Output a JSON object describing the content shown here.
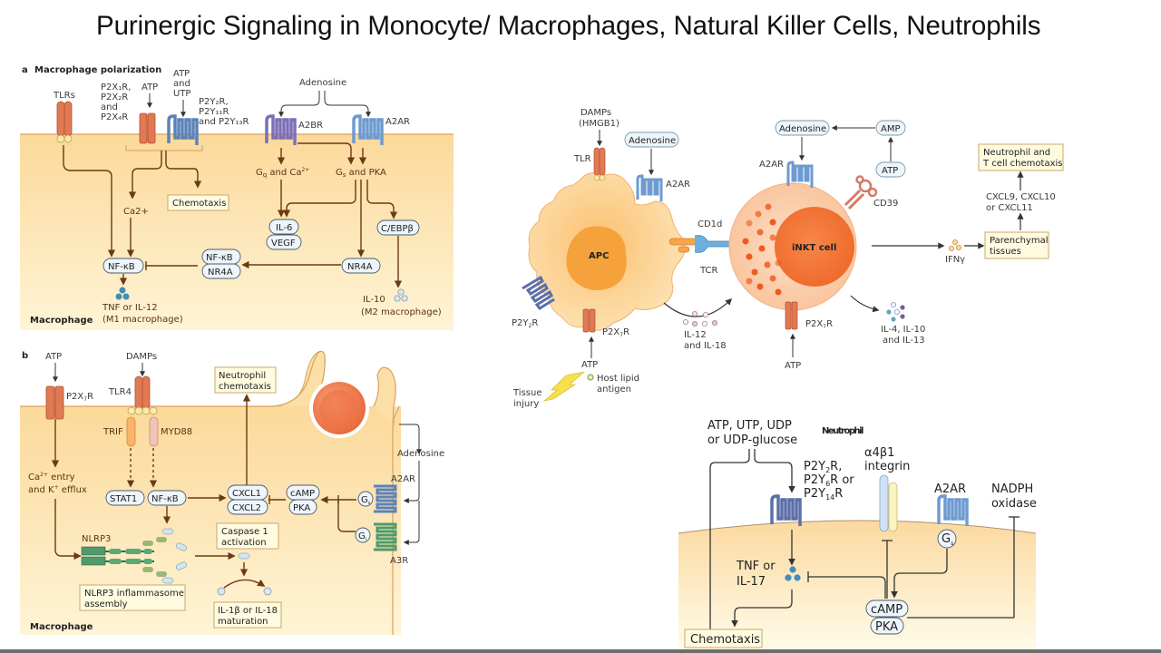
{
  "title": "Purinergic Signaling in Monocyte/ Macrophages, Natural Killer Cells, Neutrophils",
  "panel_a": {
    "label": "a",
    "heading": "Macrophage polarization",
    "tlrs": "TLRs",
    "p2x_lines": [
      "P2X₁R,",
      "P2X₂R",
      "and",
      "P2X₄R"
    ],
    "atp": "ATP",
    "atp_utp": [
      "ATP",
      "and",
      "UTP"
    ],
    "p2y_lines": [
      "P2Y₂R,",
      "P2Y₁₁R",
      "and  P2Y₁₃R"
    ],
    "adenosine": "Adenosine",
    "a2br": "A2BR",
    "a2ar": "A2AR",
    "gq_ca": "Gq and Ca2+",
    "gs_pka": "Gs and PKA",
    "ca": "Ca2+",
    "chemotaxis": "Chemotaxis",
    "il6": "IL-6",
    "vegf": "VEGF",
    "cebpb": "C/EBPβ",
    "nfkb": "NF-κB",
    "nfkb2": "NF-κB",
    "nr4a_pair": "NR4A",
    "nr4a": "NR4A",
    "tnf_line1": "TNF or IL-12",
    "tnf_line2": "(M1 macrophage)",
    "il10_line1": "IL-10",
    "il10_line2": "(M2 macrophage)",
    "cell_label": "Macrophage"
  },
  "panel_b": {
    "label": "b",
    "atp": "ATP",
    "p2x7r": "P2X₇R",
    "damps": "DAMPs",
    "tlr4": "TLR4",
    "trif": "TRIF",
    "myd88": "MYD88",
    "neutrophil_chemotaxis": [
      "Neutrophil",
      "chemotaxis"
    ],
    "ca_entry": [
      "Ca2+ entry",
      "and K+ efflux"
    ],
    "stat1": "STAT1",
    "nfkb": "NF-κB",
    "cxcl1": "CXCL1",
    "cxcl2": "CXCL2",
    "camp": "cAMP",
    "pka": "PKA",
    "adenosine": "Adenosine",
    "a2ar": "A2AR",
    "gs": "Gs",
    "gi": "Gi",
    "a3r": "A3R",
    "nlrp3": "NLRP3",
    "caspase": [
      "Caspase 1",
      "activation"
    ],
    "inflammasome": [
      "NLRP3 inflammasome",
      "assembly"
    ],
    "maturation": [
      "IL-1β or IL-18",
      "maturation"
    ],
    "cell_label": "Macrophage"
  },
  "panel_nkt": {
    "damps": [
      "DAMPs",
      "(HMGB1)"
    ],
    "tlr": "TLR",
    "adenosine_apc": "Adenosine",
    "a2ar_apc": "A2AR",
    "apc": "APC",
    "cd1d": "CD1d",
    "tcr": "TCR",
    "p2y2r": "P2Y₂R",
    "p2x7r_apc": "P2X₇R",
    "atp_apc": "ATP",
    "host_lipid": [
      "Host lipid",
      "antigen"
    ],
    "tissue_injury": [
      "Tissue",
      "injury"
    ],
    "il12_il18": [
      "IL-12",
      "and IL-18"
    ],
    "inkt": "iNKT cell",
    "adenosine_top": "Adenosine",
    "amp": "AMP",
    "atp_top": "ATP",
    "a2ar_inkt": "A2AR",
    "cd39": "CD39",
    "p2x7r_inkt": "P2X₇R",
    "atp_inkt": "ATP",
    "il4": [
      "IL-4, IL-10",
      "and IL-13"
    ],
    "ifng": "IFNγ",
    "parenchymal": [
      "Parenchymal",
      "tissues"
    ],
    "cxcl9": [
      "CXCL9, CXCL10",
      "or CXCL11"
    ],
    "neutrophil_t": [
      "Neutrophil and",
      "T cell chemotaxis"
    ]
  },
  "panel_neutrophil": {
    "header": "Neutrophil",
    "ligands": [
      "ATP, UTP, UDP",
      "or UDP-glucose"
    ],
    "p2y": [
      "P2Y₂R,",
      "P2Y₆R or",
      "P2Y₁₄R"
    ],
    "integrin": [
      "α4β1",
      "integrin"
    ],
    "a2ar": "A2AR",
    "nadph": [
      "NADPH",
      "oxidase"
    ],
    "gs": "Gs",
    "tnf": [
      "TNF or",
      "IL-17"
    ],
    "camp": "cAMP",
    "pka": "PKA",
    "chemotaxis": "Chemotaxis"
  },
  "colors": {
    "cell_fill": "#fbe2a8",
    "cell_fill_light": "#fff6dc",
    "membrane": "#d9a25a",
    "arrow": "#6b3a12",
    "receptor_red": "#e07a55",
    "gpcr_blue": "#6d9bd1",
    "gpcr_purple": "#7c6fb6",
    "gpcr_green": "#4f9a6a",
    "node_fill": "#eef5fb",
    "box_fill": "#fffbe0",
    "inkt_orange": "#f26b2a",
    "apc_orange": "#f7b35c"
  }
}
